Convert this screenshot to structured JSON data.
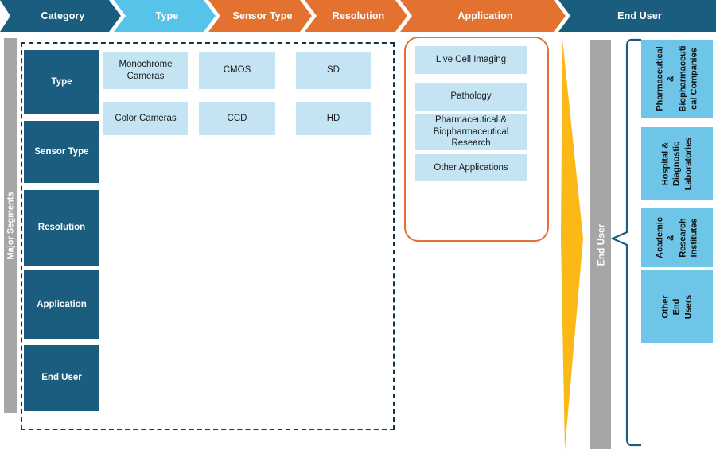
{
  "header": {
    "steps": [
      {
        "label": "Category",
        "color": "#1a5d7f"
      },
      {
        "label": "Type",
        "color": "#58c3e8"
      },
      {
        "label": "Sensor Type",
        "color": "#e3712f"
      },
      {
        "label": "Resolution",
        "color": "#e3712f"
      },
      {
        "label": "Application",
        "color": "#e3712f"
      },
      {
        "label": "End User",
        "color": "#1a5d7f"
      }
    ]
  },
  "left_rail": {
    "label": "Major Segments",
    "color": "#a6a6a6"
  },
  "segments": {
    "items": [
      {
        "label": "Type"
      },
      {
        "label": "Sensor Type"
      },
      {
        "label": "Resolution"
      },
      {
        "label": "Application"
      },
      {
        "label": "End User"
      }
    ],
    "color": "#1a5d7f"
  },
  "type_column": {
    "items": [
      {
        "label": "Monochrome Cameras"
      },
      {
        "label": "Color Cameras"
      }
    ]
  },
  "sensor_type_column": {
    "items": [
      {
        "label": "CMOS"
      },
      {
        "label": "CCD"
      }
    ]
  },
  "resolution_column": {
    "items": [
      {
        "label": "SD"
      },
      {
        "label": "HD"
      }
    ]
  },
  "application_panel": {
    "border_color": "#e2703a",
    "items": [
      {
        "label": "Live Cell Imaging"
      },
      {
        "label": "Pathology"
      },
      {
        "label": "Pharmaceutical & Biopharmaceutical Research"
      },
      {
        "label": "Other Applications"
      }
    ]
  },
  "end_user_rail": {
    "label": "End User",
    "color": "#808080"
  },
  "end_user_column": {
    "bracket_color": "#1a5d7f",
    "box_color": "#6fc5e8",
    "items": [
      {
        "label": "Pharmaceutical\n&\nBiopharmaceuti\ncal Companies"
      },
      {
        "label": "Hospital &\nDiagnostic\nLaboratories"
      },
      {
        "label": "Academic\n& Research\nInstitutes"
      },
      {
        "label": "Other End Users"
      }
    ]
  },
  "accent": {
    "yellow": "#fcb815",
    "light_blue": "#c5e4f3",
    "dark_blue": "#1a5d7f",
    "orange": "#e3712f"
  }
}
